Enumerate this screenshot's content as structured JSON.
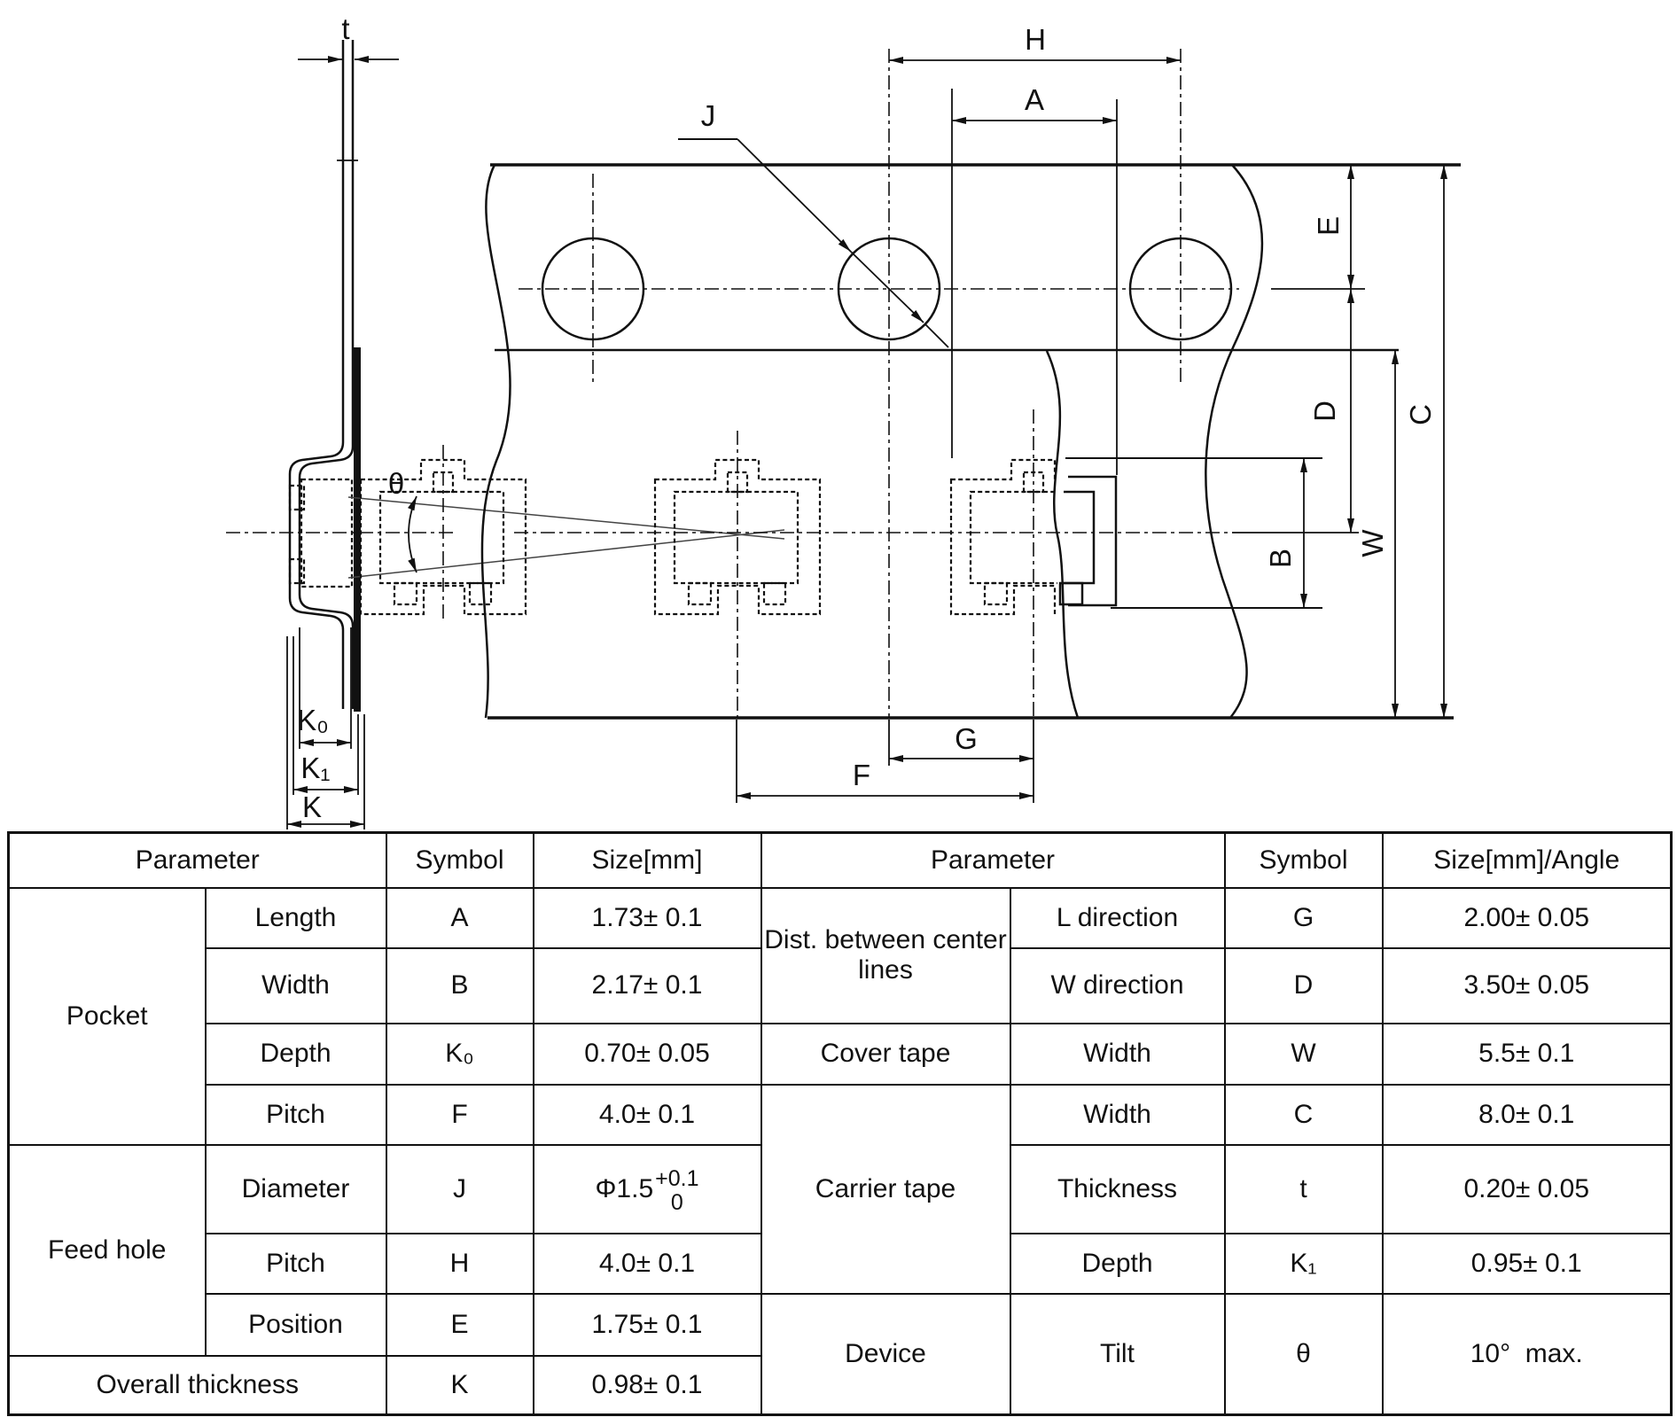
{
  "diagram": {
    "side_view_labels": {
      "t": "t",
      "k0": "K₀",
      "k1": "K₁",
      "k": "K",
      "theta": "θ"
    },
    "top_view_labels": {
      "j": "J",
      "h": "H",
      "a": "A",
      "e": "E",
      "c": "C",
      "d": "D",
      "w": "W",
      "b": "B",
      "g": "G",
      "f": "F"
    }
  },
  "table": {
    "header_left": {
      "parameter": "Parameter",
      "symbol": "Symbol",
      "size": "Size[mm]"
    },
    "header_right": {
      "parameter": "Parameter",
      "symbol": "Symbol",
      "size": "Size[mm]/Angle"
    },
    "groups": {
      "pocket": "Pocket",
      "feed_hole": "Feed hole",
      "overall": "Overall thickness",
      "dist": "Dist. between center lines",
      "cover": "Cover tape",
      "carrier": "Carrier tape",
      "device": "Device"
    },
    "rows": {
      "r1l": {
        "param": "Length",
        "sym": "A",
        "size": "1.73± 0.1"
      },
      "r2l": {
        "param": "Width",
        "sym": "B",
        "size": "2.17± 0.1"
      },
      "r3l": {
        "param": "Depth",
        "sym": "K₀",
        "size": "0.70± 0.05"
      },
      "r4l": {
        "param": "Pitch",
        "sym": "F",
        "size": "4.0± 0.1"
      },
      "r5l": {
        "param": "Diameter",
        "sym": "J",
        "phi_main": "Φ1.5",
        "phi_sup": "+0.1",
        "phi_sub": "0"
      },
      "r6l": {
        "param": "Pitch",
        "sym": "H",
        "size": "4.0± 0.1"
      },
      "r7l": {
        "param": "Position",
        "sym": "E",
        "size": "1.75± 0.1"
      },
      "r8l": {
        "sym": "K",
        "size": "0.98± 0.1"
      },
      "r1r": {
        "param": "L direction",
        "sym": "G",
        "size": "2.00± 0.05"
      },
      "r2r": {
        "param": "W direction",
        "sym": "D",
        "size": "3.50± 0.05"
      },
      "r3r": {
        "param": "Width",
        "sym": "W",
        "size": "5.5± 0.1"
      },
      "r4r": {
        "param": "Width",
        "sym": "C",
        "size": "8.0± 0.1"
      },
      "r5r": {
        "param": "Thickness",
        "sym": "t",
        "size": "0.20± 0.05"
      },
      "r6r": {
        "param": "Depth",
        "sym": "K₁",
        "size": "0.95± 0.1"
      },
      "r7r": {
        "param": "Tilt",
        "sym": "θ",
        "size": "10°  max."
      }
    }
  }
}
